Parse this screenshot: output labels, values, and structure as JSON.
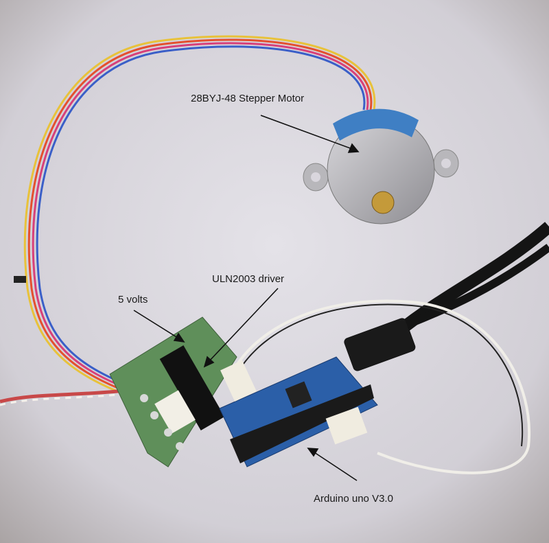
{
  "labels": {
    "motor": "28BYJ-48 Stepper Motor",
    "driver": "ULN2003 driver",
    "power": "5 volts",
    "arduino": "Arduino uno V3.0"
  },
  "colors": {
    "background": "#d9d6dd",
    "motor_cap": "#3f7fc4",
    "motor_body": "#b9b8bc",
    "pcb_green": "#5f8f5a",
    "arduino_blue": "#2b5fa8",
    "cable": "#141414"
  }
}
